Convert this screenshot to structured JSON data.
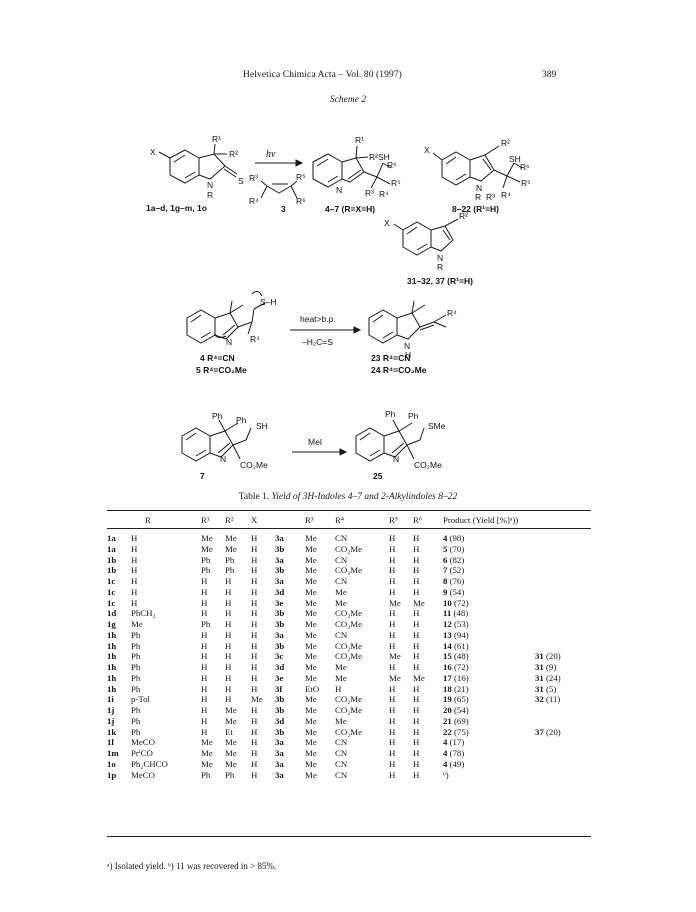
{
  "header": {
    "journal": "Helvetica Chimica Acta – Vol. 80 (1997)",
    "page": "389"
  },
  "scheme": {
    "caption": "Scheme 2",
    "hv": "hν",
    "labels": {
      "s1": "1a–d, 1g–m, 1o",
      "s2": "3",
      "s3": "4–7 (R=X=H)",
      "s4": "8–22 (R¹=H)",
      "s5": "31–32, 37 (R¹=H)",
      "c4": "4 R⁴=CN",
      "c5": "5 R⁴=CO₂Me",
      "heat": "heat>b.p.",
      "elim": "–H₂C=S",
      "c23": "23 R⁴=CN",
      "c24": "24 R⁴=CO₂Me",
      "c7": "7",
      "mei": "MeI",
      "c25": "25"
    }
  },
  "table": {
    "caption_prefix": "Table 1. ",
    "caption": "Yield of 3H-Indoles 4–7 and 2-Alkylindoles 8–22",
    "headers": [
      "",
      "R",
      "R¹",
      "R²",
      "X",
      "",
      "R³",
      "R⁴",
      "R⁵",
      "R⁶",
      "Product (Yield [%]ᵃ))",
      ""
    ],
    "rows": [
      [
        "1a",
        "H",
        "Me",
        "Me",
        "H",
        "3a",
        "Me",
        "CN",
        "H",
        "H",
        "4 (98)",
        ""
      ],
      [
        "1a",
        "H",
        "Me",
        "Me",
        "H",
        "3b",
        "Me",
        "CO₂Me",
        "H",
        "H",
        "5 (70)",
        ""
      ],
      [
        "1b",
        "H",
        "Ph",
        "Ph",
        "H",
        "3a",
        "Me",
        "CN",
        "H",
        "H",
        "6 (82)",
        ""
      ],
      [
        "1b",
        "H",
        "Ph",
        "Ph",
        "H",
        "3b",
        "Me",
        "CO₂Me",
        "H",
        "H",
        "7 (52)",
        ""
      ],
      [
        "1c",
        "H",
        "H",
        "H",
        "H",
        "3a",
        "Me",
        "CN",
        "H",
        "H",
        "8 (76)",
        ""
      ],
      [
        "1c",
        "H",
        "H",
        "H",
        "H",
        "3d",
        "Me",
        "Me",
        "H",
        "H",
        "9 (54)",
        ""
      ],
      [
        "1c",
        "H",
        "H",
        "H",
        "H",
        "3e",
        "Me",
        "Me",
        "Me",
        "Me",
        "10 (72)",
        ""
      ],
      [
        "1d",
        "PhCH₂",
        "H",
        "H",
        "H",
        "3b",
        "Me",
        "CO₂Me",
        "H",
        "H",
        "11 (48)",
        ""
      ],
      [
        "1g",
        "Me",
        "Ph",
        "H",
        "H",
        "3b",
        "Me",
        "CO₂Me",
        "H",
        "H",
        "12 (53)",
        ""
      ],
      [
        "1h",
        "Ph",
        "H",
        "H",
        "H",
        "3a",
        "Me",
        "CN",
        "H",
        "H",
        "13 (94)",
        ""
      ],
      [
        "1h",
        "Ph",
        "H",
        "H",
        "H",
        "3b",
        "Me",
        "CO₂Me",
        "H",
        "H",
        "14 (61)",
        ""
      ],
      [
        "1h",
        "Ph",
        "H",
        "H",
        "H",
        "3c",
        "Me",
        "CO₂Me",
        "Me",
        "H",
        "15 (48)",
        "31 (20)"
      ],
      [
        "1h",
        "Ph",
        "H",
        "H",
        "H",
        "3d",
        "Me",
        "Me",
        "H",
        "H",
        "16 (72)",
        "31 (9)"
      ],
      [
        "1h",
        "Ph",
        "H",
        "H",
        "H",
        "3e",
        "Me",
        "Me",
        "Me",
        "Me",
        "17 (16)",
        "31 (24)"
      ],
      [
        "1h",
        "Ph",
        "H",
        "H",
        "H",
        "3f",
        "EtO",
        "H",
        "H",
        "H",
        "18 (21)",
        "31 (5)"
      ],
      [
        "1i",
        "p-Tol",
        "H",
        "H",
        "Me",
        "3b",
        "Me",
        "CO₂Me",
        "H",
        "H",
        "19 (65)",
        "32 (11)"
      ],
      [
        "1j",
        "Ph",
        "H",
        "Me",
        "H",
        "3b",
        "Me",
        "CO₂Me",
        "H",
        "H",
        "20 (54)",
        ""
      ],
      [
        "1j",
        "Ph",
        "H",
        "Me",
        "H",
        "3d",
        "Me",
        "Me",
        "H",
        "H",
        "21 (69)",
        ""
      ],
      [
        "1k",
        "Ph",
        "H",
        "Et",
        "H",
        "3b",
        "Me",
        "CO₂Me",
        "H",
        "H",
        "22 (75)",
        "37 (20)"
      ],
      [
        "1l",
        "MeCO",
        "Me",
        "Me",
        "H",
        "3a",
        "Me",
        "CN",
        "H",
        "H",
        "4 (17)",
        ""
      ],
      [
        "1m",
        "PrⁱCO",
        "Me",
        "Me",
        "H",
        "3a",
        "Me",
        "CN",
        "H",
        "H",
        "4 (78)",
        ""
      ],
      [
        "1o",
        "Ph₂CHCO",
        "Me",
        "Me",
        "H",
        "3a",
        "Me",
        "CN",
        "H",
        "H",
        "4 (49)",
        ""
      ],
      [
        "1p",
        "MeCO",
        "Ph",
        "Ph",
        "H",
        "3a",
        "Me",
        "CN",
        "H",
        "H",
        "ᵇ)",
        ""
      ]
    ]
  },
  "footnote": "ᵃ) Isolated yield. ᵇ) 11 was recovered in > 85%."
}
